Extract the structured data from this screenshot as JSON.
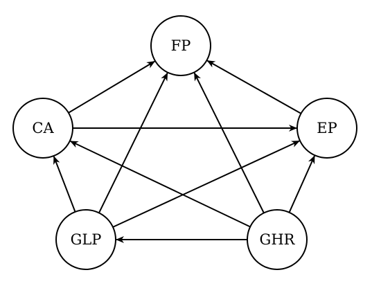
{
  "diagram": {
    "nodes": [
      {
        "id": "FP",
        "label": "FP"
      },
      {
        "id": "CA",
        "label": "CA"
      },
      {
        "id": "EP",
        "label": "EP"
      },
      {
        "id": "GLP",
        "label": "GLP"
      },
      {
        "id": "GHR",
        "label": "GHR"
      }
    ],
    "edges": [
      {
        "from": "CA",
        "to": "FP"
      },
      {
        "from": "CA",
        "to": "EP"
      },
      {
        "from": "EP",
        "to": "FP"
      },
      {
        "from": "GLP",
        "to": "CA"
      },
      {
        "from": "GLP",
        "to": "FP"
      },
      {
        "from": "GLP",
        "to": "EP"
      },
      {
        "from": "GHR",
        "to": "GLP"
      },
      {
        "from": "GHR",
        "to": "CA"
      },
      {
        "from": "GHR",
        "to": "FP"
      },
      {
        "from": "GHR",
        "to": "EP"
      }
    ],
    "colors": {
      "stroke": "#000000",
      "fill": "#ffffff"
    }
  }
}
